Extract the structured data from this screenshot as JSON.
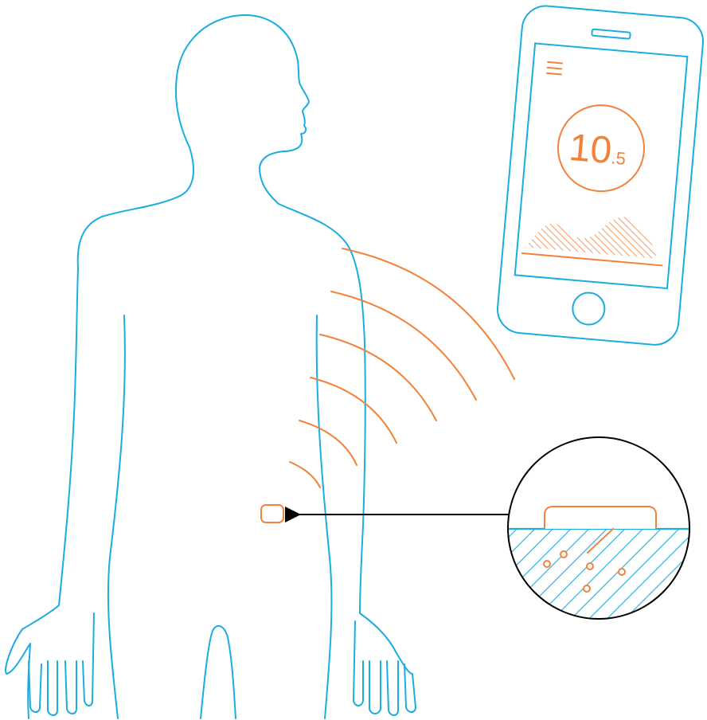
{
  "colors": {
    "body_outline": "#1aaee0",
    "accent": "#f2823a",
    "arrow": "#000000",
    "background": "#ffffff"
  },
  "phone": {
    "menu_icon": "hamburger-menu-icon",
    "reading_major": "10",
    "reading_minor": ".5",
    "home_button_icon": "home-button-icon"
  },
  "sensor": {
    "icon": "rounded-patch-sensor-icon"
  },
  "magnifier": {
    "icon": "skin-cross-section-magnifier"
  }
}
